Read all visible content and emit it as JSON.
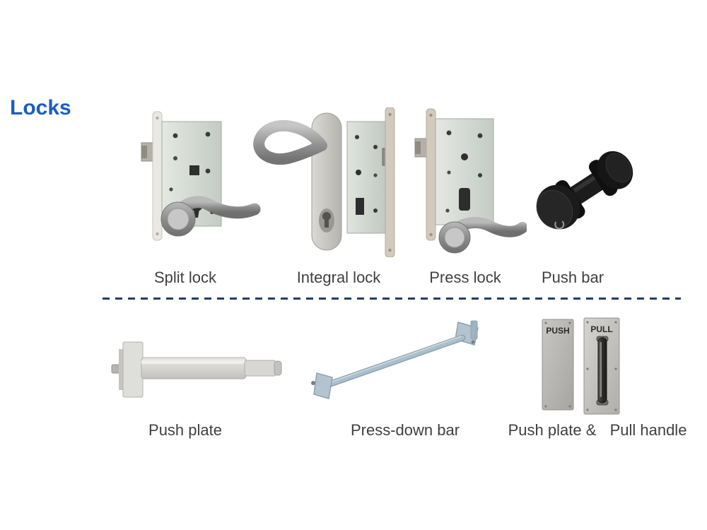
{
  "page": {
    "title": "Locks"
  },
  "colors": {
    "title": "#1d5cc0",
    "label": "#404040",
    "divider": "#223c6a"
  },
  "top_row": {
    "items": [
      {
        "label": "Split lock",
        "icon": "split-lock-image"
      },
      {
        "label": "Integral lock",
        "icon": "integral-lock-image"
      },
      {
        "label": "Press lock",
        "icon": "press-lock-image"
      },
      {
        "label": "Push bar",
        "icon": "push-bar-image"
      }
    ]
  },
  "bottom_row": {
    "items": [
      {
        "label": "Push plate",
        "icon": "push-plate-bar-image"
      },
      {
        "label": "Press-down bar",
        "icon": "press-down-bar-image"
      },
      {
        "label": "Push plate &",
        "label2": "Pull handle",
        "icon": "push-pull-plates-image",
        "plate_push": "PUSH",
        "plate_pull": "PULL"
      }
    ]
  }
}
